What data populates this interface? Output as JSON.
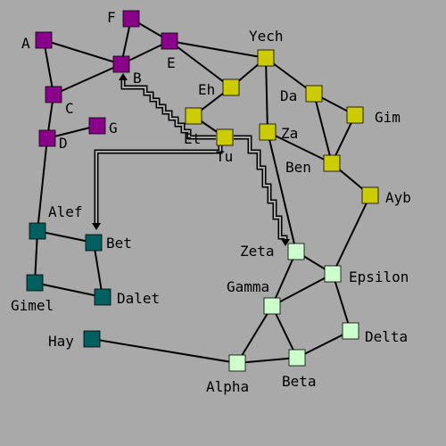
{
  "graph": {
    "colors": {
      "background": "#a9a9a9",
      "group_1": "#8b008b",
      "group_2": "#cccc00",
      "group_3": "#005f5f",
      "group_4": "#ccffcc"
    },
    "nodes": [
      {
        "id": "A",
        "label": "A",
        "group": "group_1"
      },
      {
        "id": "F",
        "label": "F",
        "group": "group_1"
      },
      {
        "id": "B",
        "label": "B",
        "group": "group_1"
      },
      {
        "id": "E",
        "label": "E",
        "group": "group_1"
      },
      {
        "id": "C",
        "label": "C",
        "group": "group_1"
      },
      {
        "id": "D",
        "label": "D",
        "group": "group_1"
      },
      {
        "id": "G",
        "label": "G",
        "group": "group_1"
      },
      {
        "id": "Yech",
        "label": "Yech",
        "group": "group_2"
      },
      {
        "id": "Eh",
        "label": "Eh",
        "group": "group_2"
      },
      {
        "id": "Da",
        "label": "Da",
        "group": "group_2"
      },
      {
        "id": "Gim",
        "label": "Gim",
        "group": "group_2"
      },
      {
        "id": "Et",
        "label": "Et",
        "group": "group_2"
      },
      {
        "id": "Tu",
        "label": "Tu",
        "group": "group_2"
      },
      {
        "id": "Za",
        "label": "Za",
        "group": "group_2"
      },
      {
        "id": "Ben",
        "label": "Ben",
        "group": "group_2"
      },
      {
        "id": "Ayb",
        "label": "Ayb",
        "group": "group_2"
      },
      {
        "id": "Alef",
        "label": "Alef",
        "group": "group_3"
      },
      {
        "id": "Bet",
        "label": "Bet",
        "group": "group_3"
      },
      {
        "id": "Gimel",
        "label": "Gimel",
        "group": "group_3"
      },
      {
        "id": "Dalet",
        "label": "Dalet",
        "group": "group_3"
      },
      {
        "id": "Hay",
        "label": "Hay",
        "group": "group_3"
      },
      {
        "id": "Zeta",
        "label": "Zeta",
        "group": "group_4"
      },
      {
        "id": "Epsilon",
        "label": "Epsilon",
        "group": "group_4"
      },
      {
        "id": "Gamma",
        "label": "Gamma",
        "group": "group_4"
      },
      {
        "id": "Delta",
        "label": "Delta",
        "group": "group_4"
      },
      {
        "id": "Alpha",
        "label": "Alpha",
        "group": "group_4"
      },
      {
        "id": "Beta",
        "label": "Beta",
        "group": "group_4"
      }
    ],
    "edges": [
      [
        "A",
        "B"
      ],
      [
        "A",
        "C"
      ],
      [
        "F",
        "B"
      ],
      [
        "F",
        "E"
      ],
      [
        "E",
        "B"
      ],
      [
        "C",
        "B"
      ],
      [
        "C",
        "D"
      ],
      [
        "D",
        "G"
      ],
      [
        "D",
        "Alef"
      ],
      [
        "E",
        "Yech"
      ],
      [
        "E",
        "Eh"
      ],
      [
        "Yech",
        "Eh"
      ],
      [
        "Yech",
        "Za"
      ],
      [
        "Yech",
        "Da"
      ],
      [
        "Eh",
        "Et"
      ],
      [
        "Et",
        "Tu"
      ],
      [
        "Da",
        "Gim"
      ],
      [
        "Da",
        "Ben"
      ],
      [
        "Gim",
        "Ben"
      ],
      [
        "Za",
        "Ben"
      ],
      [
        "Za",
        "Zeta"
      ],
      [
        "Ben",
        "Ayb"
      ],
      [
        "Alef",
        "Bet"
      ],
      [
        "Alef",
        "Gimel"
      ],
      [
        "Gimel",
        "Dalet"
      ],
      [
        "Bet",
        "Dalet"
      ],
      [
        "Hay",
        "Alpha"
      ],
      [
        "Zeta",
        "Epsilon"
      ],
      [
        "Zeta",
        "Gamma"
      ],
      [
        "Gamma",
        "Epsilon"
      ],
      [
        "Epsilon",
        "Delta"
      ],
      [
        "Epsilon",
        "Ayb"
      ],
      [
        "Gamma",
        "Alpha"
      ],
      [
        "Gamma",
        "Beta"
      ],
      [
        "Alpha",
        "Beta"
      ],
      [
        "Beta",
        "Delta"
      ]
    ],
    "routed_links": [
      {
        "from": "Tu",
        "to": "B"
      },
      {
        "from": "Tu",
        "to": "Bet"
      },
      {
        "from": "Tu",
        "to": "Zeta"
      }
    ]
  }
}
